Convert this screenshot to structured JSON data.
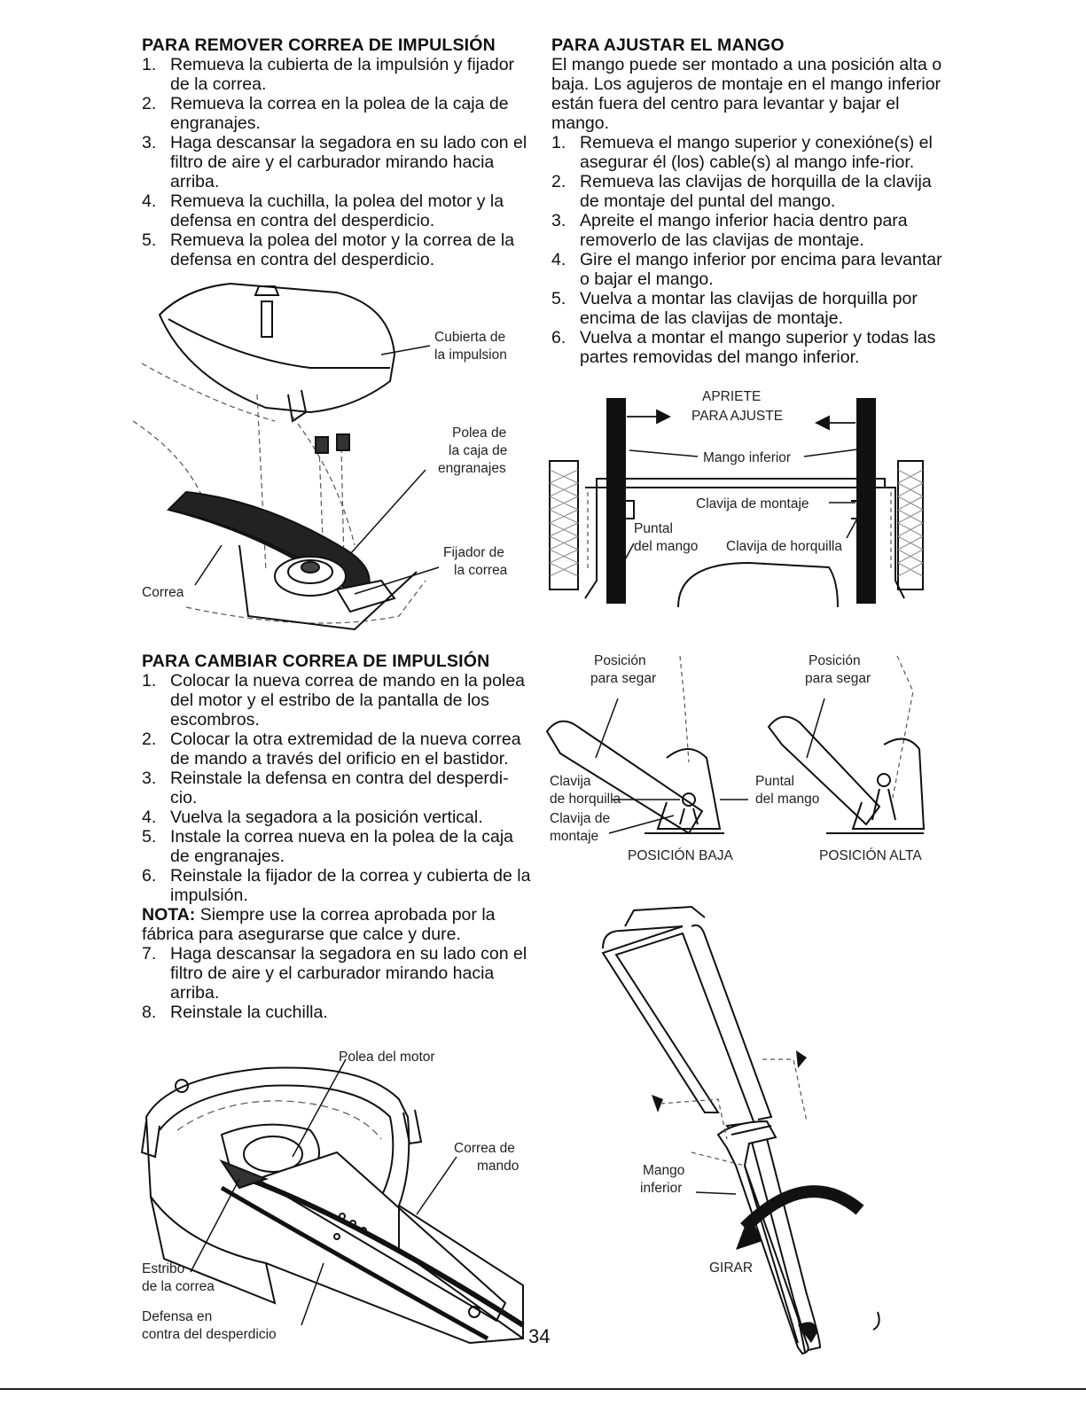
{
  "remove_section": {
    "title": "PARA REMOVER CORREA DE IMPULSIÓN",
    "steps": [
      {
        "num": "1.",
        "text": "Remueva la cubierta de la impulsión y fijador de la correa."
      },
      {
        "num": "2.",
        "text": "Remueva la correa en la polea de la caja de engranajes."
      },
      {
        "num": "3.",
        "text": "Haga descansar la segadora en su lado con el filtro de aire y el carburador mirando hacia arriba."
      },
      {
        "num": "4.",
        "text": "Remueva la cuchilla, la polea del motor y la defensa en contra del desperdicio."
      },
      {
        "num": "5.",
        "text": "Remueva la polea del motor y la correa de la defensa en contra del desperdicio."
      }
    ]
  },
  "figure_remove": {
    "label_cover_1": "Cubierta de",
    "label_cover_2": "la impulsion",
    "label_pulley_1": "Polea de",
    "label_pulley_2": "la caja de",
    "label_pulley_3": "engranajes",
    "label_fixer_1": "Fijador de",
    "label_fixer_2": "la correa",
    "label_belt": "Correa"
  },
  "change_section": {
    "title": "PARA CAMBIAR CORREA DE IMPULSIÓN",
    "steps": [
      {
        "num": "1.",
        "text": "Colocar la nueva correa de mando en la polea del motor y el estribo de la pantalla de los escombros."
      },
      {
        "num": "2.",
        "text": "Colocar la otra extremidad de la nueva correa de mando a través del orificio en el bastidor."
      },
      {
        "num": "3.",
        "text": "Reinstale la defensa en contra del desperdi-cio."
      },
      {
        "num": "4.",
        "text": "Vuelva la segadora a la posición vertical."
      },
      {
        "num": "5.",
        "text": "Instale la correa nueva en la polea de la caja de engranajes."
      },
      {
        "num": "6.",
        "text": "Reinstale la fijador de la correa y cubierta de la impulsión."
      }
    ],
    "note_label": "NOTA:",
    "note_text": " Siempre use la correa aprobada por la fábrica para asegurarse que calce y dure.",
    "steps_after": [
      {
        "num": "7.",
        "text": "Haga descansar la segadora en su lado con el filtro de aire y el carburador mirando hacia arriba."
      },
      {
        "num": "8.",
        "text": "Reinstale la cuchilla."
      }
    ]
  },
  "figure_change": {
    "label_motor_pulley": "Polea del motor",
    "label_belt_1": "Correa de",
    "label_belt_2": "mando",
    "label_stirrup_1": "Estribo",
    "label_stirrup_2": "de la correa",
    "label_shield_1": "Defensa en",
    "label_shield_2": "contra del desperdicio"
  },
  "handle_section": {
    "title": "PARA AJUSTAR EL MANGO",
    "intro": "El mango puede ser montado a una posición alta o baja. Los agujeros de montaje en el mango inferior están fuera del centro para levantar y bajar el mango.",
    "steps": [
      {
        "num": "1.",
        "text": "Remueva el mango superior y conexióne(s) el asegurar él (los) cable(s) al mango infe-rior."
      },
      {
        "num": "2.",
        "text": "Remueva las clavijas de horquilla de la clavija de montaje del puntal del mango."
      },
      {
        "num": "3.",
        "text": "Apreite el mango inferior hacia dentro para removerlo de las clavijas de montaje."
      },
      {
        "num": "4.",
        "text": "Gire el mango inferior por encima para levantar o bajar el mango."
      },
      {
        "num": "5.",
        "text": "Vuelva a montar las clavijas de horquilla por encima de las clavijas de montaje."
      },
      {
        "num": "6.",
        "text": "Vuelva a montar el mango superior y todas las partes removidas del mango inferior."
      }
    ]
  },
  "figure_squeeze": {
    "label_squeeze_1": "APRIETE",
    "label_squeeze_2": "PARA AJUSTE",
    "label_lower_handle": "Mango inferior",
    "label_mount_pin": "Clavija de montaje",
    "label_strut_1": "Puntal",
    "label_strut_2": "del mango",
    "label_hairpin": "Clavija de horquilla"
  },
  "figure_positions": {
    "cut_pos_1": "Posición",
    "cut_pos_2": "para segar",
    "label_hairpin_1": "Clavija",
    "label_hairpin_2": "de horquilla",
    "label_mount_1": "Clavija de",
    "label_mount_2": "montaje",
    "label_strut_1": "Puntal",
    "label_strut_2": "del mango",
    "caption_low": "POSICIÓN BAJA",
    "caption_high": "POSICIÓN ALTA"
  },
  "figure_rotate": {
    "label_lower_1": "Mango",
    "label_lower_2": "inferior",
    "label_rotate": "GIRAR"
  },
  "page_number": "34"
}
